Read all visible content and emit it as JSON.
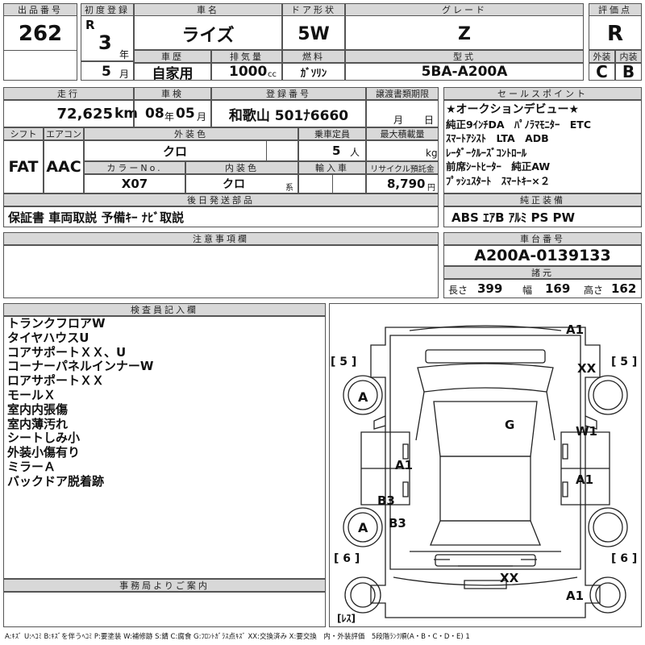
{
  "header": {
    "lot_no_label": "出品番号",
    "lot_no": "262",
    "first_reg_label": "初度登録",
    "era": "R",
    "year": "3",
    "year_unit": "年",
    "month": "5",
    "month_unit": "月",
    "car_name_label": "車名",
    "car_name": "ライズ",
    "door_label": "ドア形状",
    "door": "5W",
    "grade_label": "グレード",
    "grade": "Z",
    "score_label": "評価点",
    "score": "R",
    "history_label": "車歴",
    "history": "自家用",
    "displacement_label": "排気量",
    "displacement": "1000",
    "cc": "cc",
    "fuel_label": "燃料",
    "fuel": "ｶﾞｿﾘﾝ",
    "model_label": "型式",
    "model": "5BA-A200A",
    "ext_label": "外装",
    "ext": "C",
    "int_label": "内装",
    "int": "B"
  },
  "row2": {
    "mileage_label": "走行",
    "mileage": "72,625",
    "km": "km",
    "inspection_label": "車検",
    "insp_year": "08",
    "insp_year_unit": "年",
    "insp_month": "05",
    "insp_month_unit": "月",
    "plate_label": "登録番号",
    "plate": "和歌山 501ﾅ6660",
    "transfer_label": "譲渡書類期限",
    "transfer_month": "月",
    "transfer_day": "日",
    "shift_label": "シフト",
    "shift": "FAT",
    "ac_label": "エアコン",
    "ac": "AAC",
    "ext_color_label": "外装色",
    "ext_color": "クロ",
    "capacity_label": "乗車定員",
    "capacity": "5",
    "capacity_unit": "人",
    "max_load_label": "最大積載量",
    "max_load_unit": "kg",
    "color_no_label": "カラーNo.",
    "color_no": "X07",
    "int_color_label": "内装色",
    "int_color": "クロ",
    "int_color_suffix": "系",
    "import_label": "輸入車",
    "recycle_label": "リサイクル預託金",
    "recycle": "8,790",
    "yen": "円"
  },
  "sales_point": {
    "label": "セールスポイント",
    "lines": [
      "★オークションデビュー★",
      "純正9ｲﾝﾁDA　ﾊﾟﾉﾗﾏﾓﾆﾀｰ　ETC",
      "ｽﾏｰﾄｱｼｽﾄ　LTA　ADB",
      "ﾚｰﾀﾞｰｸﾙｰｽﾞｺﾝﾄﾛｰﾙ",
      "前席ｼｰﾄﾋｰﾀｰ　純正AW",
      "ﾌﾟｯｼｭｽﾀｰﾄ　ｽﾏｰﾄｷｰ×２"
    ]
  },
  "parts": {
    "label": "後日発送部品",
    "value": "保証書 車両取説 予備ｷｰ ﾅﾋﾞ取説"
  },
  "equipment": {
    "label": "純正装備",
    "value": "ABS ｴｱB ｱﾙﾐ PS PW"
  },
  "notes": {
    "label": "注意事項欄"
  },
  "chassis": {
    "label": "車台番号",
    "value": "A200A-0139133",
    "spec_label": "諸元",
    "len_label": "長さ",
    "len": "399",
    "wid_label": "幅",
    "wid": "169",
    "hei_label": "高さ",
    "hei": "162"
  },
  "inspector": {
    "label": "検査員記入欄",
    "lines": [
      "トランクフロアW",
      "タイヤハウスU",
      "コアサポートＸＸ、U",
      "コーナーパネルインナーW",
      "ロアサポートＸＸ",
      "モールＸ",
      "室内内張傷",
      "室内薄汚れ",
      "シートしみ小",
      "外装小傷有り",
      "ミラーＡ",
      "バックドア脱着跡"
    ]
  },
  "office": {
    "label": "事務局よりご案内"
  },
  "diagram": {
    "marks": [
      "A1",
      "XX",
      "A",
      "G",
      "W1",
      "A1",
      "A1",
      "B3",
      "B3",
      "A",
      "XX",
      "A1"
    ],
    "tire_l_top": "[ 5 ]",
    "tire_r_top": "[ 5 ]",
    "tire_l_bot": "[ 6 ]",
    "tire_r_bot": "[ 6 ]",
    "spare": "[ﾚｽ]"
  },
  "legend": "A:ｷｽﾞ U:ﾍｺﾐ B:ｷｽﾞを伴うﾍｺﾐ P:要塗装 W:補修跡 S:錆 C:腐食 G:ﾌﾛﾝﾄｶﾞﾗｽ点ｷｽﾞ XX:交換済み X:要交換　内・外装評価　5段階ﾗﾝｸ順(A・B・C・D・E) 1"
}
